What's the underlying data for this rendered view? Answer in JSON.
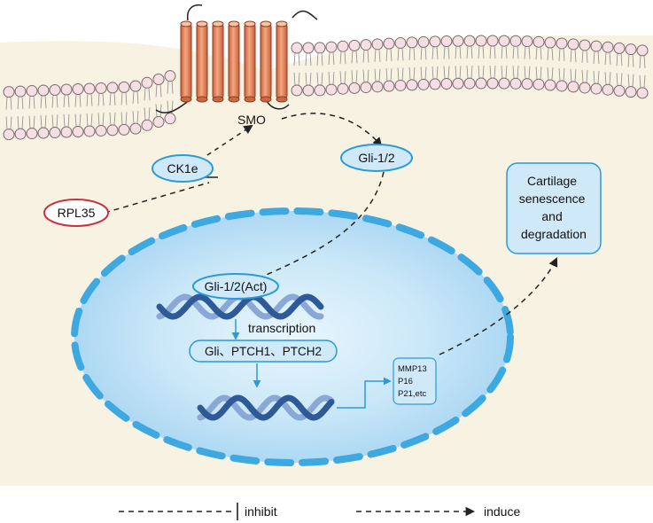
{
  "labels": {
    "smo": "SMO",
    "ck1e": "CK1e",
    "gli_cyto": "Gli-1/2",
    "rpl35": "RPL35",
    "cartilage": [
      "Cartilage",
      "senescence",
      "and",
      "degradation"
    ],
    "gli_act": "Gli-1/2(Act)",
    "transcription": "transcription",
    "genes": "Gli、PTCH1、PTCH2",
    "targets": [
      "MMP13",
      "P16",
      "P21,etc"
    ]
  },
  "legend": {
    "inhibit": "inhibit",
    "induce": "induce"
  },
  "colors": {
    "cytoplasm": "#f8f2e3",
    "membrane_bead": "#f6dfe2",
    "membrane_bead_stroke": "#7a6a6e",
    "receptor": "#e8875f",
    "nucleus_fill": "#a9d6f3",
    "nucleus_dash": "#3ea8e0",
    "label_box": "#cfe9f8",
    "label_stroke": "#2a9bd8",
    "rpl35_stroke": "#c8323c",
    "dna_dark": "#2e5a97",
    "dna_light": "#8aa8d6",
    "arrow_blue": "#2a9bd8"
  }
}
